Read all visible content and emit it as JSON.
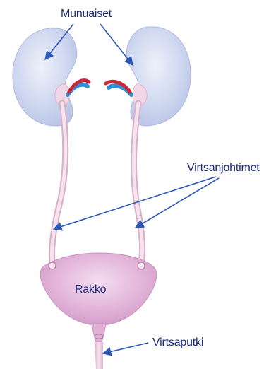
{
  "labels": {
    "kidneys": "Munuaiset",
    "ureters": "Virtsanjohtimet",
    "bladder": "Rakko",
    "urethra": "Virtsaputki"
  },
  "colors": {
    "label_text": "#1a2a7a",
    "arrow": "#2a57b8",
    "kidney_fill": "#c9d3ee",
    "kidney_highlight": "#e6ebf8",
    "tube_pink": "#efd0e2",
    "bladder_fill": "#e3b2d8",
    "bladder_highlight": "#f3dcef",
    "artery_red": "#c8283a",
    "vein_blue": "#2d8fd1"
  }
}
